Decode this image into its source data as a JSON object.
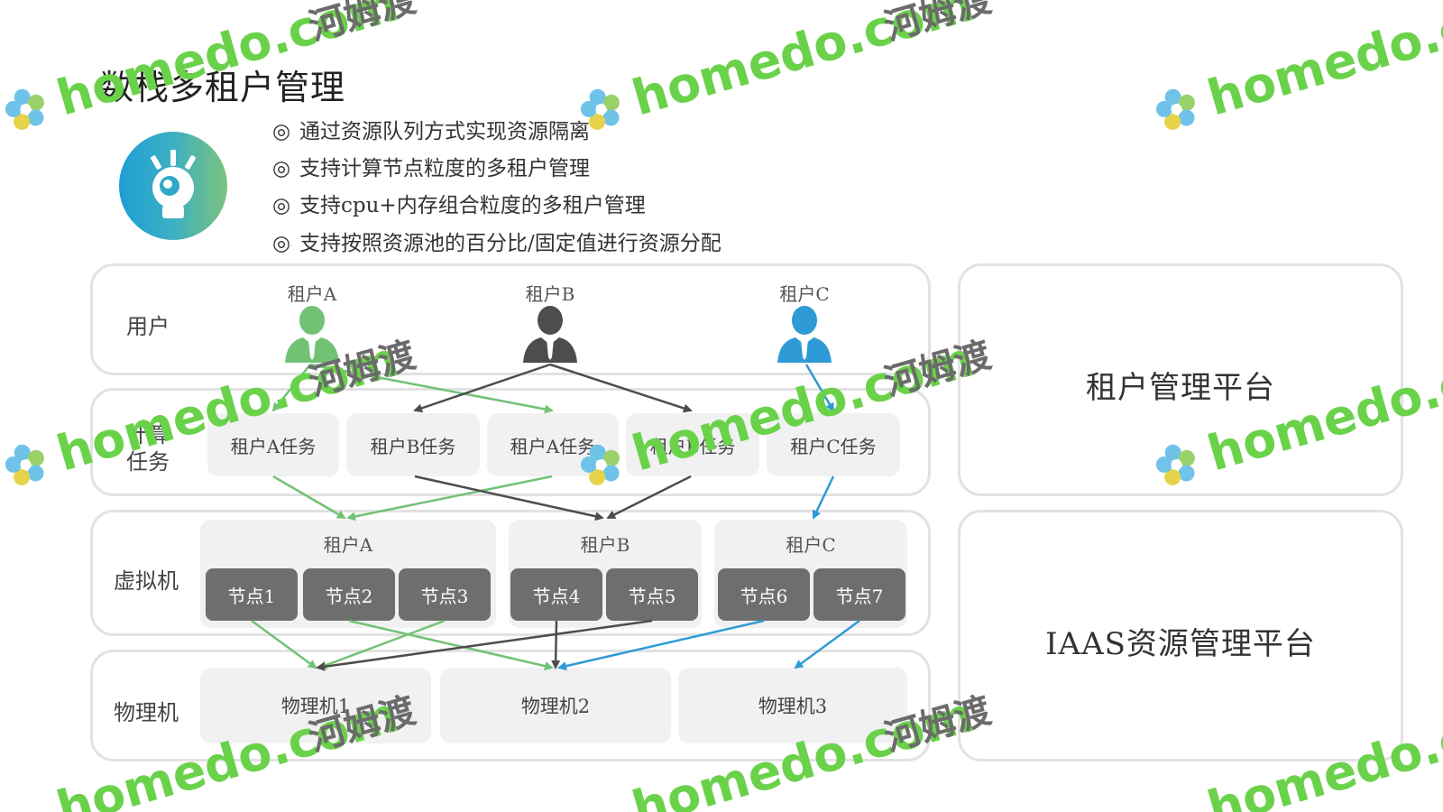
{
  "title": "数栈多租户管理",
  "bullets": [
    {
      "mark": "◎",
      "text": "通过资源队列方式实现资源隔离"
    },
    {
      "mark": "◎",
      "text": "支持计算节点粒度的多租户管理"
    },
    {
      "mark": "◎",
      "text": "支持cpu+内存组合粒度的多租户管理"
    },
    {
      "mark": "◎",
      "text": "支持按照资源池的百分比/固定值进行资源分配"
    }
  ],
  "rows": {
    "user": "用户",
    "compute_line1": "计算",
    "compute_line2": "任务",
    "vm": "虚拟机",
    "pm": "物理机"
  },
  "tenants": [
    {
      "label": "租户A",
      "color": "#72c275"
    },
    {
      "label": "租户B",
      "color": "#4d4d4d"
    },
    {
      "label": "租户C",
      "color": "#2e9ad6"
    }
  ],
  "tasks": [
    "租户A任务",
    "租户B任务",
    "租户A任务",
    "租户B任务",
    "租户C任务"
  ],
  "vm_groups": [
    {
      "label": "租户A",
      "nodes": [
        "节点1",
        "节点2",
        "节点3"
      ]
    },
    {
      "label": "租户B",
      "nodes": [
        "节点4",
        "节点5"
      ]
    },
    {
      "label": "租户C",
      "nodes": [
        "节点6",
        "节点7"
      ]
    }
  ],
  "physical_machines": [
    "物理机1",
    "物理机2",
    "物理机3"
  ],
  "platforms": {
    "tenant_mgmt": "租户管理平台",
    "iaas_mgmt": "IAAS资源管理平台"
  },
  "watermark": {
    "brand": "homedo.com",
    "cn": "河姆渡"
  },
  "colors": {
    "green": "#72c275",
    "dark": "#4d4d4d",
    "blue": "#2e9ad6",
    "node_bg": "#6e6e6e"
  }
}
